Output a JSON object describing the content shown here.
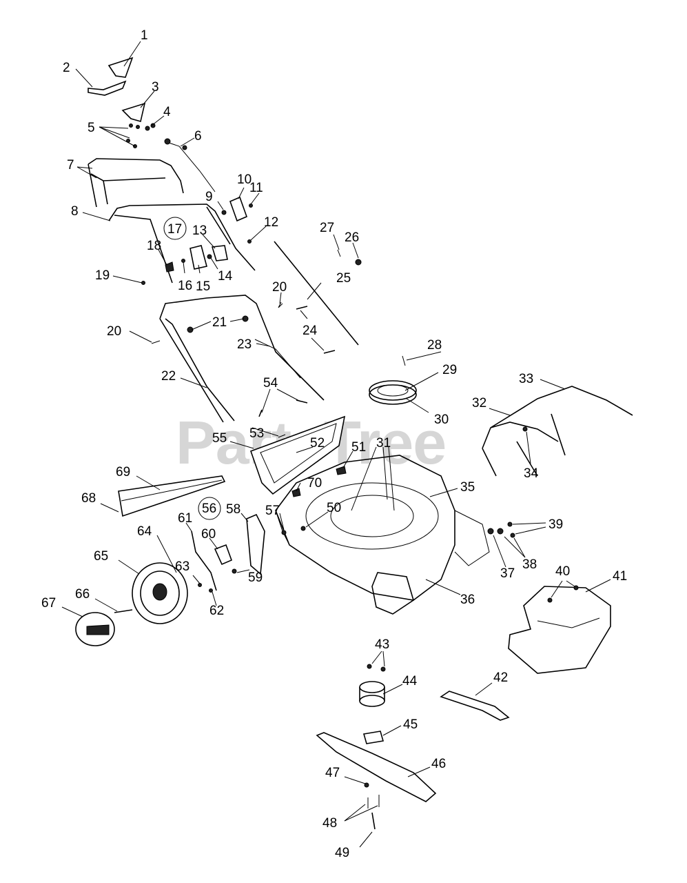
{
  "watermark": "PartsTree",
  "callouts": [
    "1",
    "2",
    "3",
    "4",
    "5",
    "6",
    "7",
    "8",
    "9",
    "10",
    "11",
    "12",
    "13",
    "14",
    "15",
    "16",
    "17",
    "18",
    "19",
    "20",
    "20",
    "21",
    "22",
    "23",
    "24",
    "25",
    "26",
    "27",
    "28",
    "29",
    "30",
    "31",
    "32",
    "33",
    "34",
    "35",
    "36",
    "37",
    "38",
    "39",
    "40",
    "41",
    "42",
    "43",
    "44",
    "45",
    "46",
    "47",
    "48",
    "49",
    "50",
    "51",
    "52",
    "53",
    "54",
    "55",
    "56",
    "57",
    "58",
    "59",
    "60",
    "61",
    "62",
    "63",
    "64",
    "65",
    "66",
    "67",
    "68",
    "69",
    "70"
  ],
  "circled_callouts": [
    "17",
    "56"
  ]
}
